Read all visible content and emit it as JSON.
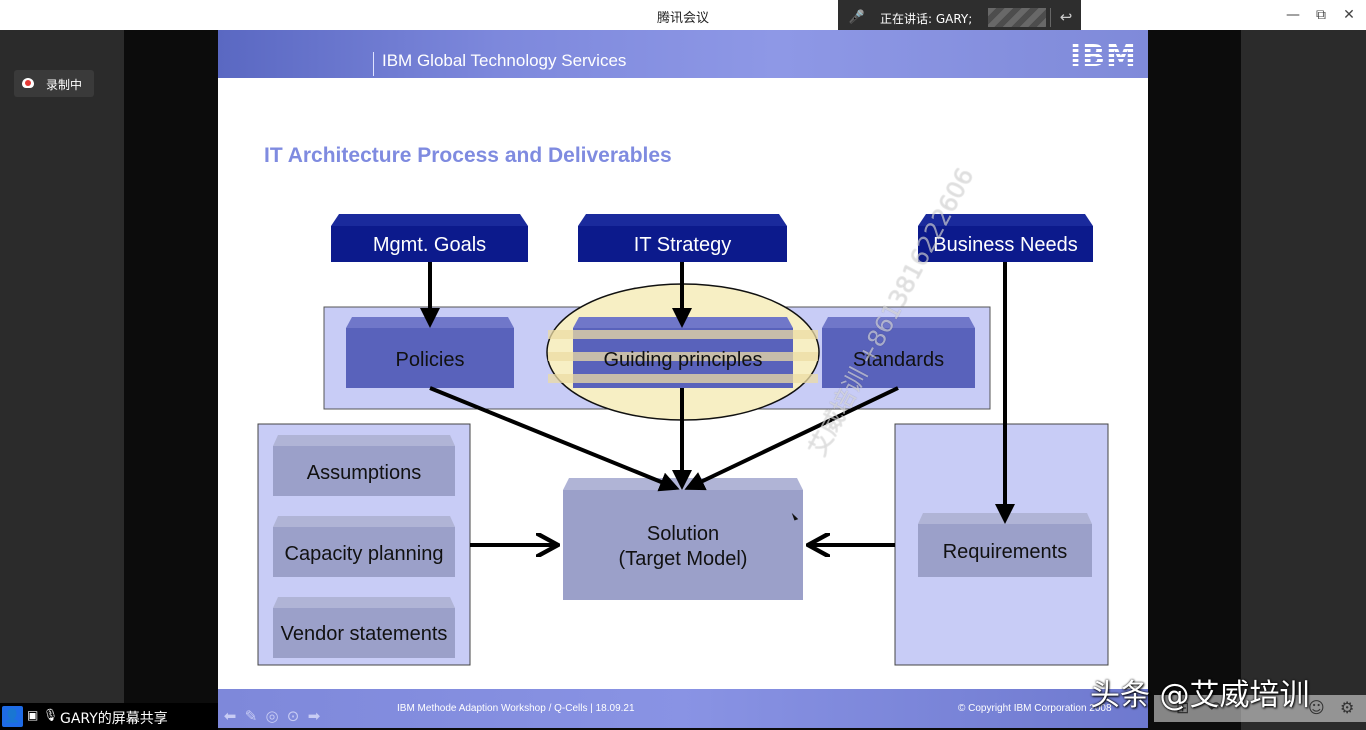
{
  "window": {
    "title": "腾讯会议",
    "minimize": "—",
    "restore": "⧉",
    "close": "✕"
  },
  "speaker_bar": {
    "text": "正在讲话: GARY;"
  },
  "recording": {
    "label": "录制中"
  },
  "share_status": {
    "text": "GARY的屏幕共享"
  },
  "slide": {
    "banner_title": "IBM Global Technology Services",
    "logo": "IBM",
    "heading": "IT Architecture Process and Deliverables",
    "footer_left": "IBM Methode Adaption Workshop / Q-Cells  |  18.09.21",
    "footer_right": "© Copyright IBM Corporation 2008"
  },
  "diagram": {
    "inputs": {
      "goals": "Mgmt. Goals",
      "strategy": "IT Strategy",
      "needs": "Business Needs"
    },
    "mid": {
      "policies": "Policies",
      "principles": "Guiding principles",
      "standards": "Standards"
    },
    "left": {
      "assumptions": "Assumptions",
      "capacity": "Capacity planning",
      "vendor": "Vendor statements"
    },
    "solution": {
      "line1": "Solution",
      "line2": "(Target Model)"
    },
    "requirements": "Requirements"
  },
  "watermarks": {
    "slide": "艾威培训 +8613816222606",
    "corner": "头条 @艾威培训"
  },
  "colors": {
    "navy": "#0c1a8c",
    "mid_box": "#5962bb",
    "panel": "#c8ccf6",
    "grey_box": "#9ba0c9",
    "heading": "#7f8be0"
  }
}
